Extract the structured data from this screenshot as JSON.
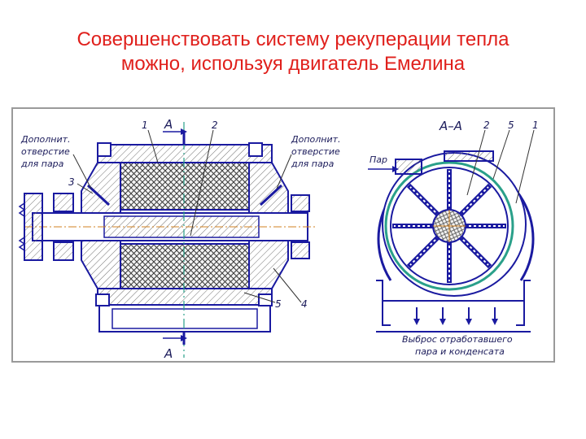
{
  "slide": {
    "title_line1": "Совершенствовать систему рекуперации тепла",
    "title_line2": "можно, используя  двигатель Емелина",
    "title_color": "#e0201c"
  },
  "drawing": {
    "left_view": {
      "label_extra_hole_left": [
        "Дополнит.",
        "отверстие",
        "для пара"
      ],
      "label_extra_hole_right": [
        "Дополнит.",
        "отверстие",
        "для пара"
      ],
      "section_mark_top": "А",
      "section_mark_bottom": "А",
      "callouts": [
        "1",
        "2",
        "3",
        "5",
        "4"
      ]
    },
    "right_view": {
      "section_title": "А–А",
      "callouts": [
        "2",
        "5",
        "1"
      ],
      "steam_label": "Пар",
      "exhaust_label_line1": "Выброс отработавшего",
      "exhaust_label_line2": "пара и конденсата"
    },
    "colors": {
      "outline": "#1a1aa0",
      "hatch": "#707070",
      "winding": "#3a3a3a",
      "accent": "#2aa08a"
    }
  }
}
